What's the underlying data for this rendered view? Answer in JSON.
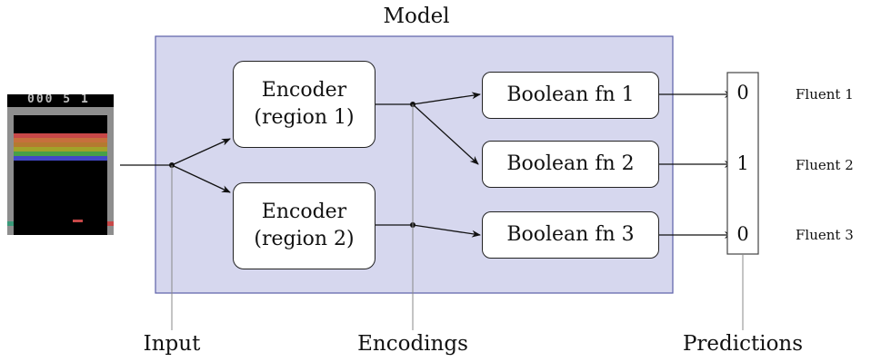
{
  "model_label": "Model",
  "encoders": [
    {
      "line1": "Encoder",
      "line2": "(region 1)"
    },
    {
      "line1": "Encoder",
      "line2": "(region 2)"
    }
  ],
  "boolean_fns": [
    "Boolean fn 1",
    "Boolean fn 2",
    "Boolean fn 3"
  ],
  "predictions": [
    "0",
    "1",
    "0"
  ],
  "fluents": [
    "Fluent 1",
    "Fluent 2",
    "Fluent 3"
  ],
  "bottom_labels": {
    "input": "Input",
    "encodings": "Encodings",
    "predictions": "Predictions"
  },
  "game_hud": "000 5 1",
  "colors": {
    "model_fill": "#d6d7ee",
    "model_border": "#5b5fa8",
    "brick_rows": [
      "#c84848",
      "#c6703c",
      "#b47a30",
      "#a2a22a",
      "#48a048",
      "#4248c8"
    ],
    "paddle": "#c84848",
    "wall": "#8e8e8e"
  }
}
